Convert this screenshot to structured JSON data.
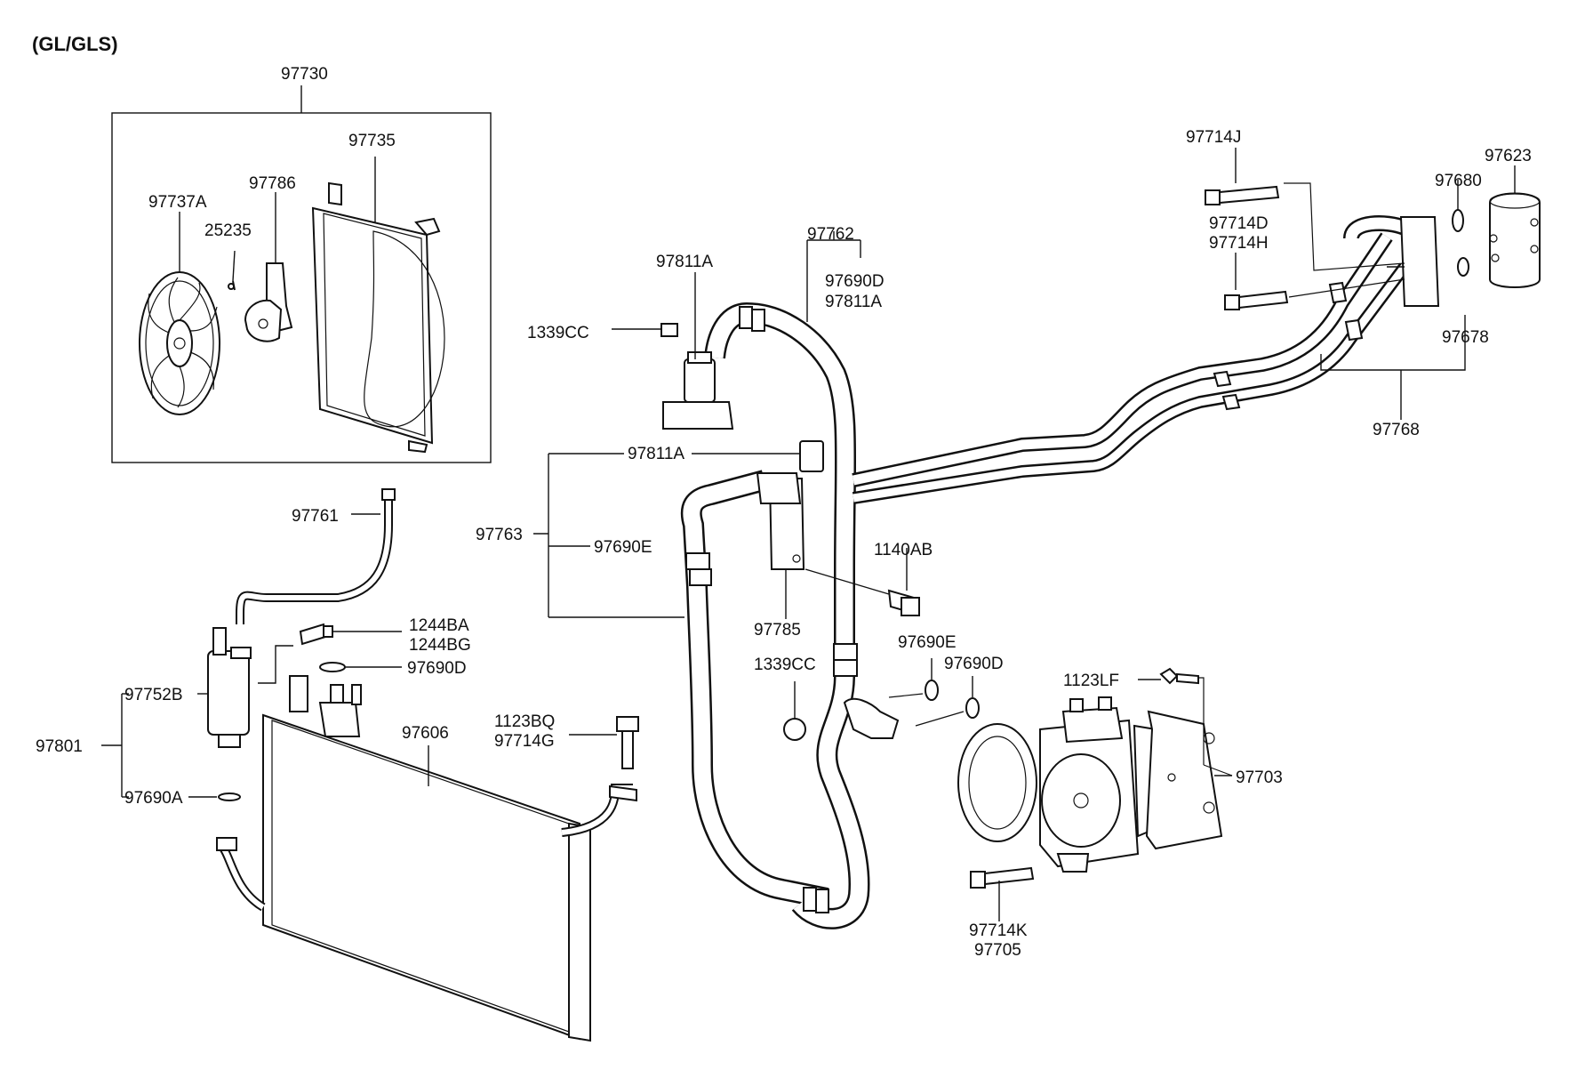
{
  "variant": "(GL/GLS)",
  "labels": {
    "l97730": "97730",
    "l97735": "97735",
    "l97737A": "97737A",
    "l97786": "97786",
    "l25235": "25235",
    "l97762": "97762",
    "l97690D_top": "97690D",
    "l97811A_top": "97811A",
    "l97811A_left": "97811A",
    "l1339CC_top": "1339CC",
    "l97811A_mid": "97811A",
    "l97763": "97763",
    "l97690E_left": "97690E",
    "l1140AB": "1140AB",
    "l97785": "97785",
    "l97690E_right": "97690E",
    "l1339CC_bot": "1339CC",
    "l97690D_right": "97690D",
    "l1123LF": "1123LF",
    "l97703": "97703",
    "l97714K": "97714K",
    "l97705": "97705",
    "l97714J": "97714J",
    "l97714D": "97714D",
    "l97714H": "97714H",
    "l97680": "97680",
    "l97623": "97623",
    "l97678": "97678",
    "l97768": "97768",
    "l97761": "97761",
    "l1244BA": "1244BA",
    "l1244BG": "1244BG",
    "l97690D_left": "97690D",
    "l97752B": "97752B",
    "l97801": "97801",
    "l97690A": "97690A",
    "l1123BQ": "1123BQ",
    "l97714G": "97714G",
    "l97606": "97606"
  }
}
